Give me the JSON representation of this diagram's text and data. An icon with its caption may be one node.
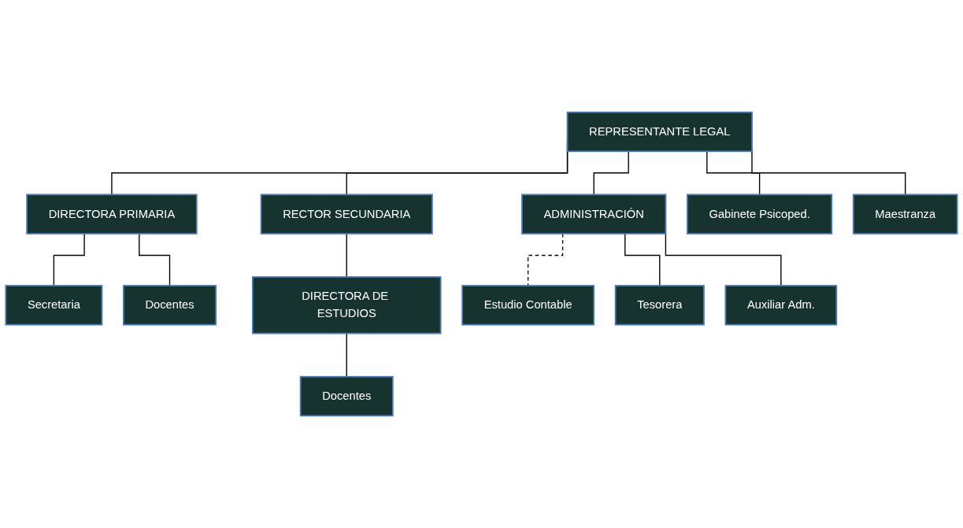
{
  "diagram": {
    "nodes": [
      {
        "text": [
          "REPRESENTANTE LEGAL"
        ]
      },
      {
        "text": [
          "DIRECTORA PRIMARIA"
        ]
      },
      {
        "text": [
          "RECTOR SECUNDARIA"
        ]
      },
      {
        "text": [
          "ADMINISTRACIÓN"
        ]
      },
      {
        "text": [
          "Estudio Contable"
        ]
      },
      {
        "text": [
          "DIRECTORA DE ESTUDIOS"
        ]
      },
      {
        "text": [
          "Secretaria"
        ]
      },
      {
        "text": [
          "Docentes"
        ]
      },
      {
        "text": [
          "Docentes"
        ]
      },
      {
        "text": [
          "Tesorera"
        ]
      },
      {
        "text": [
          "Auxiliar Adm."
        ]
      },
      {
        "text": [
          "Gabinete Psicoped."
        ]
      },
      {
        "text": [
          "Maestranza"
        ]
      }
    ],
    "edges": [
      {
        "from": 0,
        "to": 1,
        "arrow": "none"
      },
      {
        "from": 0,
        "to": 2,
        "arrow": "none"
      },
      {
        "from": 0,
        "to": 3,
        "arrow": "none"
      },
      {
        "from": 0,
        "to": 11,
        "arrow": "none"
      },
      {
        "from": 0,
        "to": 12,
        "arrow": "none"
      },
      {
        "from": 1,
        "to": 6,
        "arrow": "none"
      },
      {
        "from": 1,
        "to": 7,
        "arrow": "none"
      },
      {
        "from": 2,
        "to": 5,
        "arrow": "none"
      },
      {
        "from": 5,
        "to": 8,
        "arrow": "none"
      },
      {
        "from": 3,
        "to": 4,
        "arrow": "none",
        "style": "dashed"
      },
      {
        "from": 3,
        "to": 9,
        "arrow": "none"
      },
      {
        "from": 3,
        "to": 10,
        "arrow": "none"
      }
    ]
  }
}
